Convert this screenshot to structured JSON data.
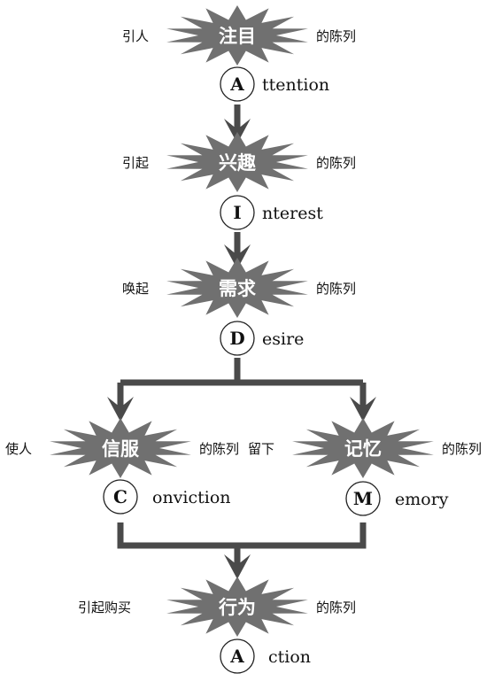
{
  "colors": {
    "line": "#4a4a4a",
    "burst": "#707070",
    "text": "#111111"
  },
  "stages": [
    {
      "title": "注目",
      "prefix": "引人",
      "suffix": "的陈列",
      "letter": "A",
      "word": "ttention"
    },
    {
      "title": "兴趣",
      "prefix": "引起",
      "suffix": "的陈列",
      "letter": "I",
      "word": "nterest"
    },
    {
      "title": "需求",
      "prefix": "唤起",
      "suffix": "的陈列",
      "letter": "D",
      "word": "esire"
    },
    {
      "title": "信服",
      "prefix": "使人",
      "suffix": "的陈列",
      "letter": "C",
      "word": "onviction"
    },
    {
      "title": "记忆",
      "prefix": "留下",
      "suffix": "的陈列",
      "letter": "M",
      "word": "emory"
    },
    {
      "title": "行为",
      "prefix": "引起购买",
      "suffix": "的陈列",
      "letter": "A",
      "word": "ction"
    }
  ]
}
